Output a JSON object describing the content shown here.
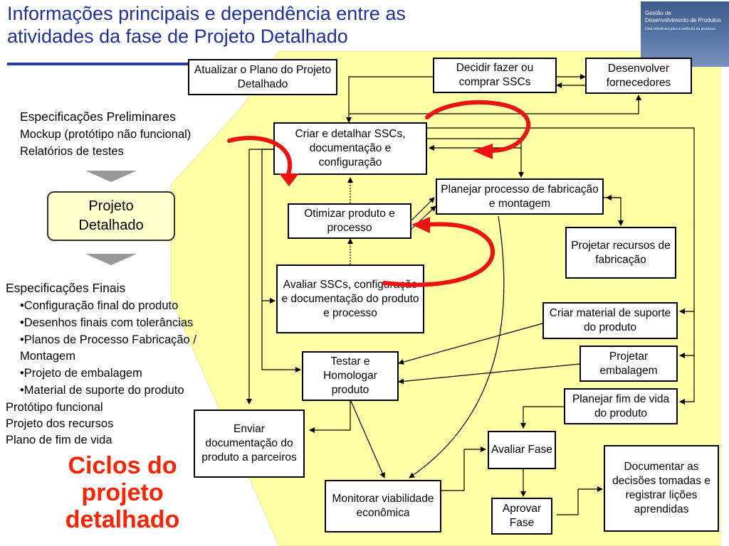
{
  "title": {
    "line1": "Informações principais e dependência entre as",
    "line2": "atividades da fase de Projeto Detalhado"
  },
  "logo": {
    "line1": "Gestão de",
    "line2": "Desenvolvimento de Produtos",
    "line3": "Uma referência para a melhoria do processo"
  },
  "inputs": {
    "header": "Especificações Preliminares",
    "items": [
      "Mockup (protótipo não funcional)",
      "Relatórios de testes"
    ]
  },
  "phase_box": {
    "line1": "Projeto",
    "line2": "Detalhado"
  },
  "outputs": {
    "header": "Especificações Finais",
    "bullets": [
      "•Configuração final do produto",
      "•Desenhos finais com tolerâncias",
      "•Planos de Processo Fabricação /",
      "Montagem",
      "•Projeto de embalagem",
      "•Material de suporte do produto"
    ],
    "items": [
      "Protótipo funcional",
      "Projeto dos recursos",
      "Plano de fim de vida"
    ]
  },
  "ciclos": {
    "line1": "Ciclos do",
    "line2": "projeto",
    "line3": "detalhado"
  },
  "activities": {
    "atualizar": "Atualizar o Plano do Projeto Detalhado",
    "decidir": "Decidir fazer ou comprar SSCs",
    "desenvolver": "Desenvolver fornecedores",
    "criar": "Criar e detalhar SSCs, documentação e configuração",
    "planejar_processo": "Planejar processo de fabricação e montagem",
    "otimizar": "Otimizar produto e processo",
    "projetar_recursos": "Projetar recursos de fabricação",
    "avaliar_sscs": "Avaliar SSCs, configuração e documentação do produto e processo",
    "criar_material": "Criar  material de suporte do produto",
    "testar": "Testar e Homologar produto",
    "projetar_embalagem": "Projetar embalagem",
    "planejar_fim": "Planejar fim de vida do produto",
    "enviar": "Enviar documentação do produto a parceiros",
    "avaliar_fase": "Avaliar Fase",
    "documentar": "Documentar as decisões tomadas e registrar lições aprendidas",
    "monitorar": "Monitorar viabilidade econômica",
    "aprovar": "Aprovar Fase"
  },
  "colors": {
    "title": "#1f2f9e",
    "panel": "#ffffa6",
    "cycle_arrow": "#ee1111",
    "ciclos_text": "#ff2200",
    "pointer": "#999999"
  }
}
